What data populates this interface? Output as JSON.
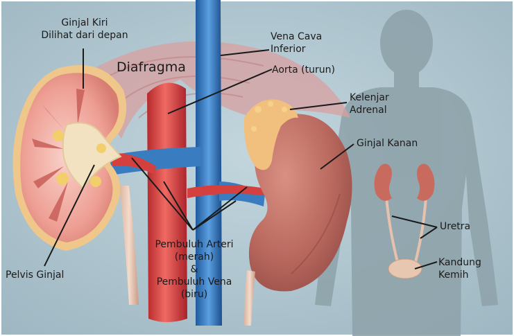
{
  "labels": {
    "left_kidney_line1": "Ginjal Kiri",
    "left_kidney_line2": "Dilihat dari depan",
    "diaphragm": "Diafragma",
    "vena_cava_line1": "Vena Cava",
    "vena_cava_line2": "Inferior",
    "aorta": "Aorta (turun)",
    "adrenal_line1": "Kelenjar",
    "adrenal_line2": "Adrenal",
    "right_kidney": "Ginjal Kanan",
    "ureter": "Uretra",
    "bladder_line1": "Kandung",
    "bladder_line2": "Kemih",
    "pelvis": "Pelvis Ginjal",
    "vessels_line1": "Pembuluh Arteri",
    "vessels_line2": "(merah)",
    "vessels_line3": "&",
    "vessels_line4": "Pembuluh Vena",
    "vessels_line5": "(biru)"
  },
  "colors": {
    "background": "#a9c2cc",
    "silhouette": "#8fa3ab",
    "kidney_tissue": "#c9766a",
    "kidney_cortex": "#f3b3aa",
    "artery": "#d4403e",
    "vein": "#3a7cc0",
    "adrenal": "#f1c07f",
    "fat": "#f2cf6a"
  }
}
